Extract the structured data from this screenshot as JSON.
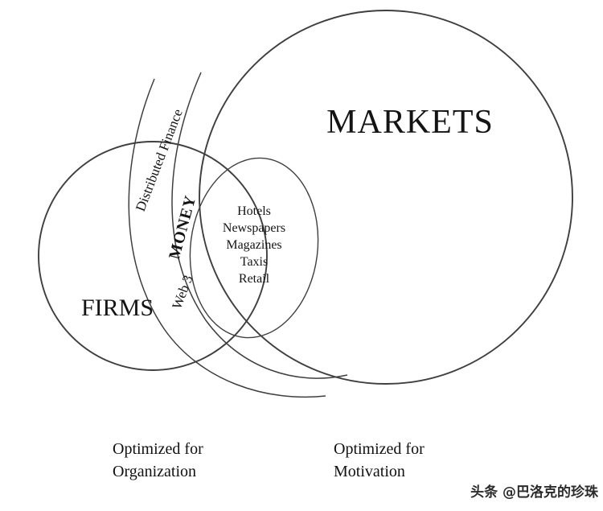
{
  "diagram": {
    "markets": {
      "label": "MARKETS"
    },
    "firms": {
      "label": "FIRMS"
    },
    "bands": {
      "distributed_finance": "Distributed Finance",
      "money": "MONEY",
      "web3": "Web 3"
    },
    "overlap_items": [
      "Hotels",
      "Newspapers",
      "Magazines",
      "Taxis",
      "Retail"
    ],
    "captions": {
      "left": {
        "line1": "Optimized for",
        "line2": "Organization"
      },
      "right": {
        "line1": "Optimized for",
        "line2": "Motivation"
      }
    },
    "watermark": "头条 @巴洛克的珍珠",
    "colors": {
      "stroke": "#3f3f3f",
      "text": "#141414",
      "background": "#ffffff",
      "watermark": "#2b2b2b"
    }
  }
}
